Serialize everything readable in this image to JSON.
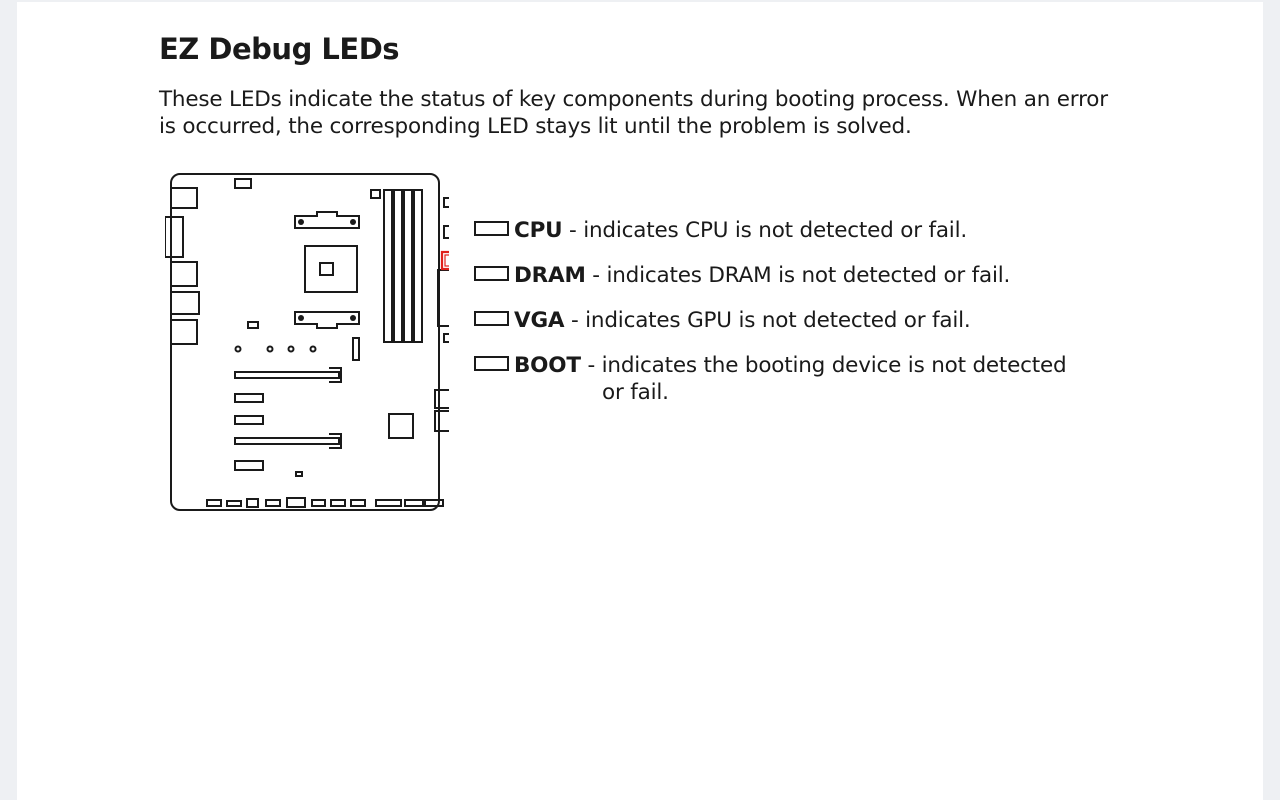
{
  "section": {
    "title": "EZ Debug LEDs",
    "description": "These LEDs indicate the status of key components during booting process. When an error is occurred, the corresponding LED stays lit until the problem is solved."
  },
  "diagram": {
    "outline_color": "#1a1a1a",
    "highlight_color": "#e0201b"
  },
  "leds": [
    {
      "name": "CPU",
      "separator": " - ",
      "desc": "indicates CPU is not detected or fail.",
      "desc_cont": ""
    },
    {
      "name": "DRAM",
      "separator": " - ",
      "desc": "indicates DRAM is not detected or fail.",
      "desc_cont": ""
    },
    {
      "name": "VGA",
      "separator": " - ",
      "desc": "indicates GPU is not detected or fail.",
      "desc_cont": ""
    },
    {
      "name": "BOOT",
      "separator": " - ",
      "desc": "indicates the booting device is not detected",
      "desc_cont": "or fail."
    }
  ]
}
